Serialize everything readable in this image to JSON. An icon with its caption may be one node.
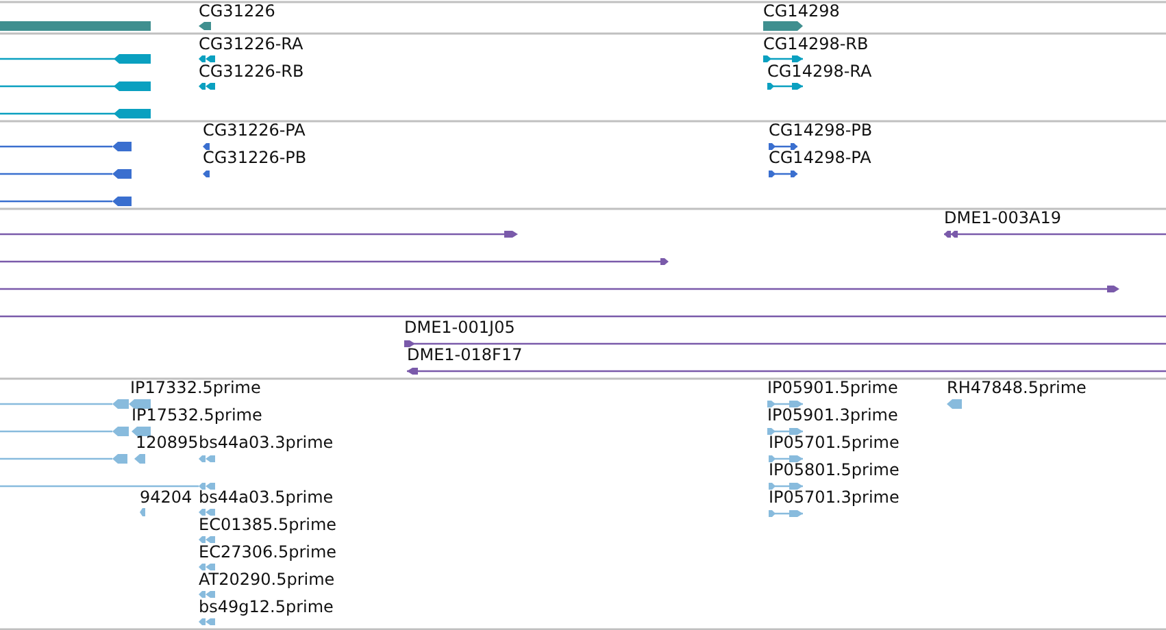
{
  "diagram": {
    "labels": [
      "CG31226",
      "CG14298",
      "CG31226-RA",
      "CG14298-RB",
      "CG31226-RB",
      "CG14298-RA",
      "CG31226-PA",
      "CG14298-PB",
      "CG31226-PB",
      "CG14298-PA",
      "DME1-003A19",
      "DME1-001J05",
      "DME1-018F17",
      "IP17332.5prime",
      "IP05901.5prime",
      "RH47848.5prime",
      "IP17532.5prime",
      "IP05901.3prime",
      "120895",
      "bs44a03.3prime",
      "IP05701.5prime",
      "IP05801.5prime",
      "94204",
      "bs44a03.5prime",
      "IP05701.3prime",
      "EC01385.5prime",
      "EC27306.5prime",
      "AT20290.5prime",
      "bs49g12.5prime"
    ]
  }
}
